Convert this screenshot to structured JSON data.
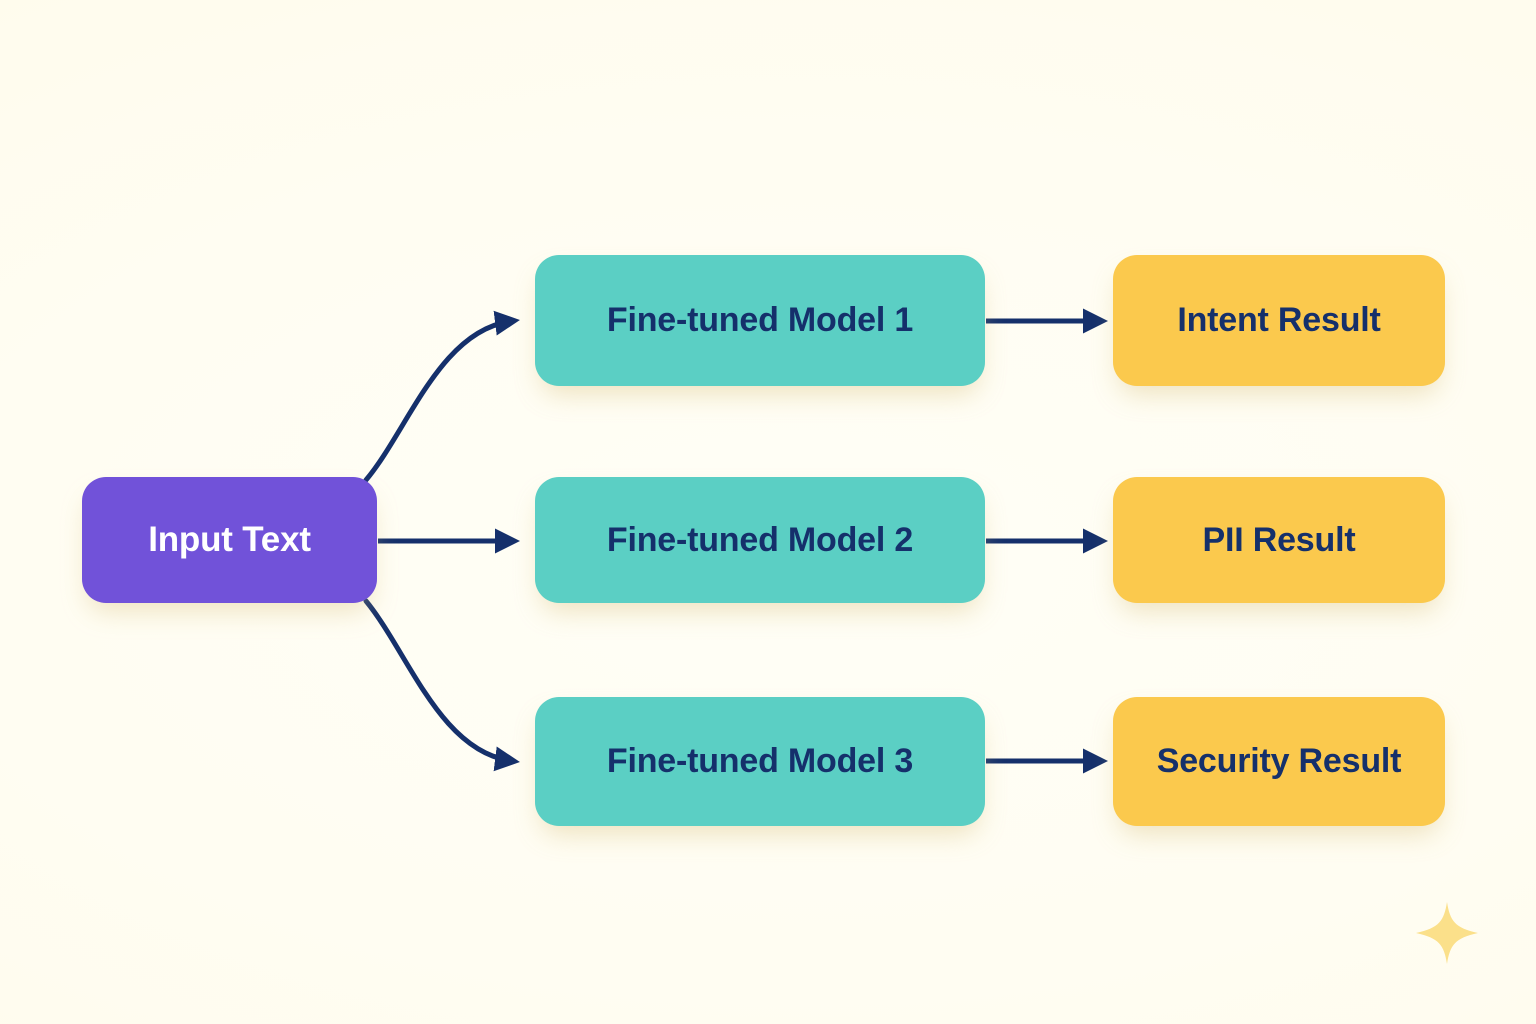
{
  "diagram": {
    "title_text": "",
    "background_color": "#fffcef",
    "nodes": {
      "input": {
        "label": "Input Text",
        "color": "#7152d9",
        "text_color": "#ffffff"
      },
      "models": [
        {
          "label": "Fine-tuned Model 1",
          "color": "#5bcfc4",
          "text_color": "#15306b"
        },
        {
          "label": "Fine-tuned Model 2",
          "color": "#5bcfc4",
          "text_color": "#15306b"
        },
        {
          "label": "Fine-tuned Model 3",
          "color": "#5bcfc4",
          "text_color": "#15306b"
        }
      ],
      "results": [
        {
          "label": "Intent Result",
          "color": "#fbc94d",
          "text_color": "#15306b"
        },
        {
          "label": "PII Result",
          "color": "#fbc94d",
          "text_color": "#15306b"
        },
        {
          "label": "Security Result",
          "color": "#fbc94d",
          "text_color": "#15306b"
        }
      ]
    },
    "edges": [
      {
        "from": "Input Text",
        "to": "Fine-tuned Model 1",
        "style": "curved",
        "color": "#15306b"
      },
      {
        "from": "Input Text",
        "to": "Fine-tuned Model 2",
        "style": "straight",
        "color": "#15306b"
      },
      {
        "from": "Input Text",
        "to": "Fine-tuned Model 3",
        "style": "curved",
        "color": "#15306b"
      },
      {
        "from": "Fine-tuned Model 1",
        "to": "Intent Result",
        "style": "straight",
        "color": "#15306b"
      },
      {
        "from": "Fine-tuned Model 2",
        "to": "PII Result",
        "style": "straight",
        "color": "#15306b"
      },
      {
        "from": "Fine-tuned Model 3",
        "to": "Security Result",
        "style": "straight",
        "color": "#15306b"
      }
    ],
    "decoration": {
      "sparkle_color": "#fbe08a"
    }
  }
}
